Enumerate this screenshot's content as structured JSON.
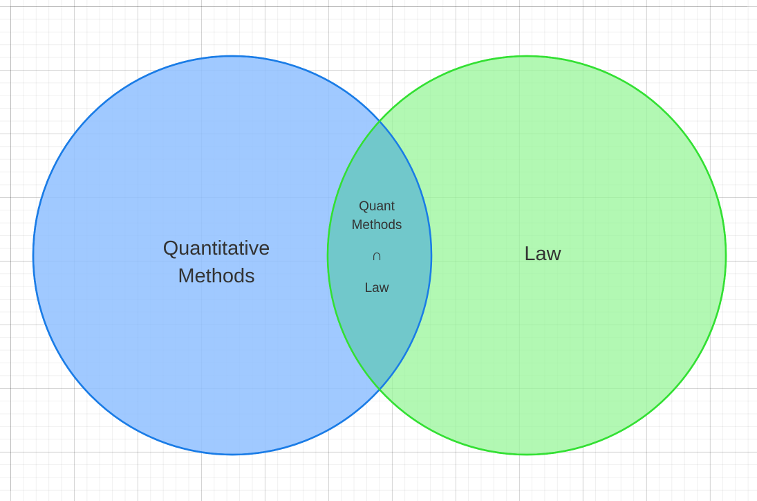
{
  "diagram": {
    "sets": [
      {
        "id": "quantitative-methods",
        "label_lines": [
          "Quantitative",
          "Methods"
        ],
        "fill": "#8fc0ff",
        "stroke": "#1a7ce6"
      },
      {
        "id": "law",
        "label_lines": [
          "Law"
        ],
        "fill": "#98f59a",
        "stroke": "#33e033"
      }
    ],
    "intersection": {
      "label_lines": [
        "Quant",
        "Methods"
      ],
      "symbol": "∩",
      "second_label": "Law",
      "fill": "#6fc6cc"
    },
    "colors": {
      "background": "#ffffff",
      "text": "#333333"
    }
  }
}
